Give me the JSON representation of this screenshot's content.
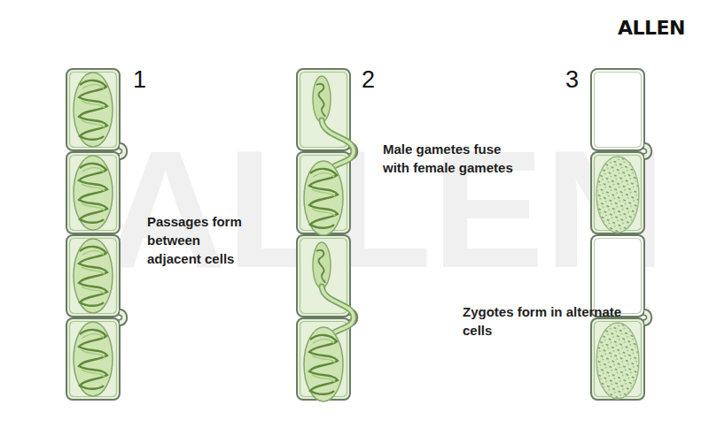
{
  "diagram": {
    "labels": [
      "ALLEN",
      "1",
      "2",
      "3",
      "Passages form between adjacent cells",
      "Male gametes fuse with female gametes",
      "Zygotes form in alternate cells",
      "ALLEN"
    ]
  }
}
